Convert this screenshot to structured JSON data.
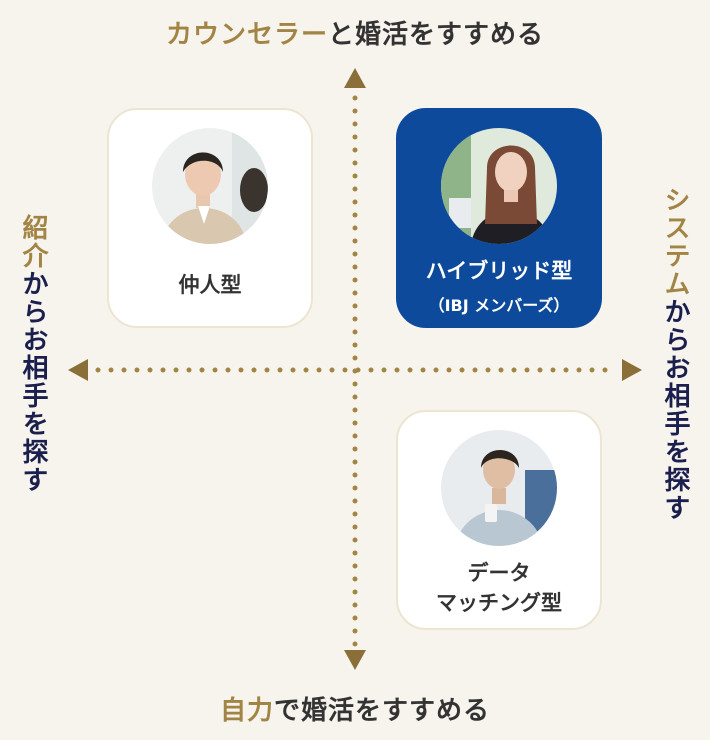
{
  "axes": {
    "top": {
      "highlight": "カウンセラー",
      "rest": "と婚活をすすめる"
    },
    "bottom": {
      "highlight": "自力",
      "rest": "で婚活をすすめる"
    },
    "left": {
      "highlight": "紹介",
      "rest": "からお相手を探す"
    },
    "right": {
      "highlight": "システム",
      "rest": "からお相手を探す"
    }
  },
  "quadrants": {
    "top_left": {
      "title": "仲人型",
      "avatar_icon": "counselor-photo"
    },
    "top_right": {
      "title": "ハイブリッド型",
      "subtitle": "（IBJ メンバーズ）",
      "avatar_icon": "member-photo"
    },
    "bottom_right": {
      "title_lines": [
        "データ",
        "マッチング型"
      ],
      "avatar_icon": "smartphone-user-photo"
    }
  },
  "colors": {
    "background": "#f7f4ee",
    "accent_gold": "#a28445",
    "navy_text": "#1a1f4d",
    "highlight_card": "#0d4a9c",
    "dot_color": "#a28445"
  }
}
